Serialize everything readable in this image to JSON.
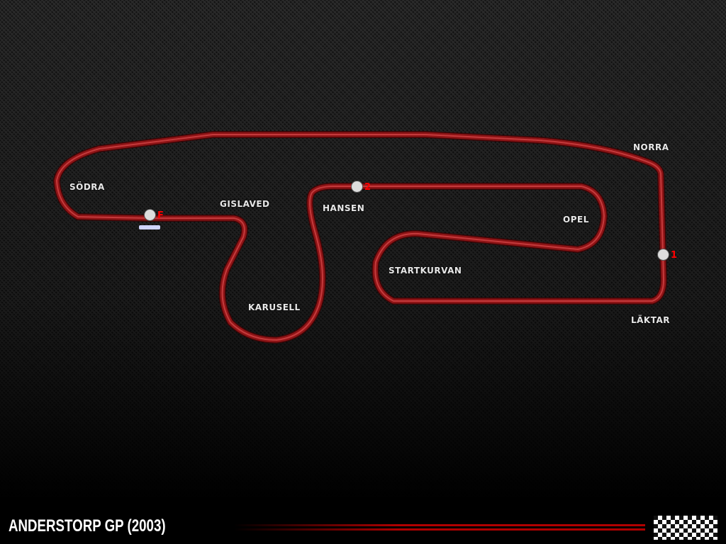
{
  "track": {
    "title": "ANDERSTORP GP (2003)",
    "color": "#8e1416"
  },
  "corners": [
    "SÖDRA",
    "GISLAVED",
    "HANSEN",
    "NORRA",
    "OPEL",
    "STARTKURVAN",
    "KARUSELL",
    "LÄKTAR"
  ],
  "checkpoints": [
    {
      "label": "F",
      "icon": "stopwatch-icon"
    },
    {
      "label": "2",
      "icon": "stopwatch-icon"
    },
    {
      "label": "1",
      "icon": "stopwatch-icon"
    }
  ]
}
